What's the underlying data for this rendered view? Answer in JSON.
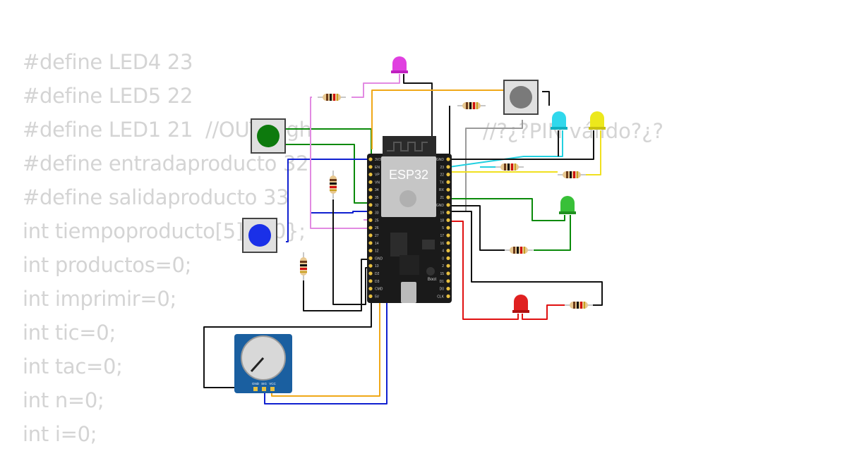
{
  "code_lines": [
    "#define LED4 23",
    "#define LED5 22",
    "#define LED1 21  //OUT high",
    "#define entradaproducto 32",
    "#define salidaproducto 33",
    "int tiempoproducto[5]={0};",
    "int productos=0;",
    "int imprimir=0;",
    "int tic=0;",
    "int tac=0;",
    "int n=0;",
    "int i=0;"
  ],
  "side_comment": "//?¿?PIN válido?¿?",
  "board": {
    "name": "ESP32",
    "boot_label": "Boot",
    "left_pins": [
      "3V3",
      "EN",
      "VP",
      "VN",
      "34",
      "35",
      "32",
      "33",
      "25",
      "26",
      "27",
      "14",
      "12",
      "GND",
      "13",
      "D2",
      "D3",
      "CMD",
      "5V"
    ],
    "right_pins": [
      "GND",
      "23",
      "22",
      "TX",
      "RX",
      "21",
      "GND",
      "19",
      "18",
      "5",
      "17",
      "16",
      "4",
      "0",
      "2",
      "15",
      "D1",
      "D0",
      "CLK"
    ]
  },
  "potentiometer": {
    "pins": [
      "GND",
      "SIG",
      "VCC"
    ]
  },
  "colors": {
    "wire_black": "#111111",
    "wire_green": "#0a8a0a",
    "wire_blue": "#1020d0",
    "wire_pink": "#e28ae2",
    "wire_orange": "#f0a818",
    "wire_cyan": "#22d0e0",
    "wire_yellow": "#f0e020",
    "wire_red": "#e01010",
    "wire_gray": "#9a9a9a",
    "led_magenta": "#e040e0",
    "led_cyan": "#30d8ec",
    "led_yellow": "#ece81c",
    "led_green": "#38c038",
    "led_red": "#e02020",
    "button_green": "#0d7a0d",
    "button_blue": "#1a30e8",
    "button_gray": "#7a7a7a",
    "pot_board": "#1a5fa0",
    "esp_board": "#1a1a1a"
  }
}
